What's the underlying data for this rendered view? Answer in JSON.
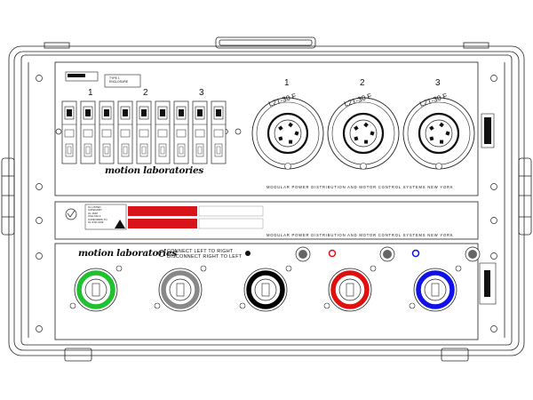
{
  "enclosure": {
    "type_label": "TYPE 1\nENCLOSURE",
    "circuit_numbers": [
      "1",
      "2",
      "3"
    ],
    "receptacle_numbers": [
      "1",
      "2",
      "3"
    ],
    "receptacle_type": "L21-30 F",
    "brand": "motion laboratories",
    "footer_text": "MODULAR POWER DISTRIBUTION AND MOTOR CONTROL SYSTEMS  NEW YORK",
    "connect_text": "CONNECT LEFT TO RIGHT\nDISCONNECT RIGHT TO LEFT",
    "cert_text": "UL LISTED\nCATEGORY\nUL 1640\nCSA C22.2\nCONFORMS TO\nUL STD 1640"
  },
  "camlok_rings": [
    {
      "name": "green",
      "color": "#1fc12f"
    },
    {
      "name": "white",
      "color": "#ffffff"
    },
    {
      "name": "black",
      "color": "#000000"
    },
    {
      "name": "red",
      "color": "#e01010"
    },
    {
      "name": "blue",
      "color": "#1010e8"
    }
  ],
  "colors": {
    "side_label": "#2aa8d6",
    "warning_red": "#d8141a",
    "outline": "#222222"
  }
}
